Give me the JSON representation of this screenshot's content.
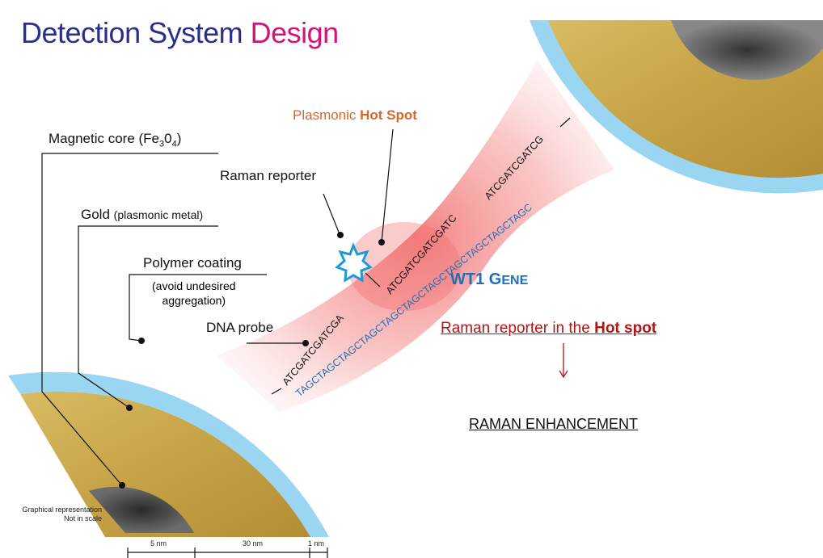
{
  "title": {
    "part1": "Detection System",
    "part2": "Design"
  },
  "labels": {
    "magnetic_core_prefix": "Magnetic core (Fe",
    "magnetic_core_sub1": "3",
    "magnetic_core_mid": "0",
    "magnetic_core_sub2": "4",
    "magnetic_core_suffix": ")",
    "gold": "Gold",
    "gold_note": "(plasmonic metal)",
    "polymer": "Polymer coating",
    "polymer_note_line1": "(avoid undesired",
    "polymer_note_line2": "aggregation)",
    "raman_reporter": "Raman reporter",
    "dna_probe": "DNA probe",
    "hotspot_prefix": "Plasmonic ",
    "hotspot_bold": "Hot Spot"
  },
  "sequences": {
    "probe_left": "ATCGATCGATCGA",
    "target": "TAGCTAGCTAGCTAGCTAGCTAGCTAGCTAGCTAGCTAGCTAGC",
    "probe_mid": "ATCGATCGATCGATC",
    "probe_right": "ATCGATCGATCG"
  },
  "gene": {
    "first": "WT1 G",
    "rest": "ENE"
  },
  "result": {
    "line_prefix": "Raman reporter in the ",
    "line_bold": "Hot spot",
    "arrow": "↓",
    "enhancement": "RAMAN ENHANCEMENT"
  },
  "note": {
    "line1": "Graphical representation",
    "line2": "Not in scale"
  },
  "scale": {
    "seg1": "5 nm",
    "seg2": "30 nm",
    "seg3": "1 nm"
  },
  "colors": {
    "title_blue": "#2b2f8c",
    "title_magenta": "#d0147a",
    "hotspot_orange": "#d4682a",
    "gene_blue": "#1d6fb8",
    "result_red": "#b31515",
    "gold": "#c9a646",
    "coating": "#8fd0f0",
    "core": "#555555",
    "beam": "#f59a9a"
  }
}
